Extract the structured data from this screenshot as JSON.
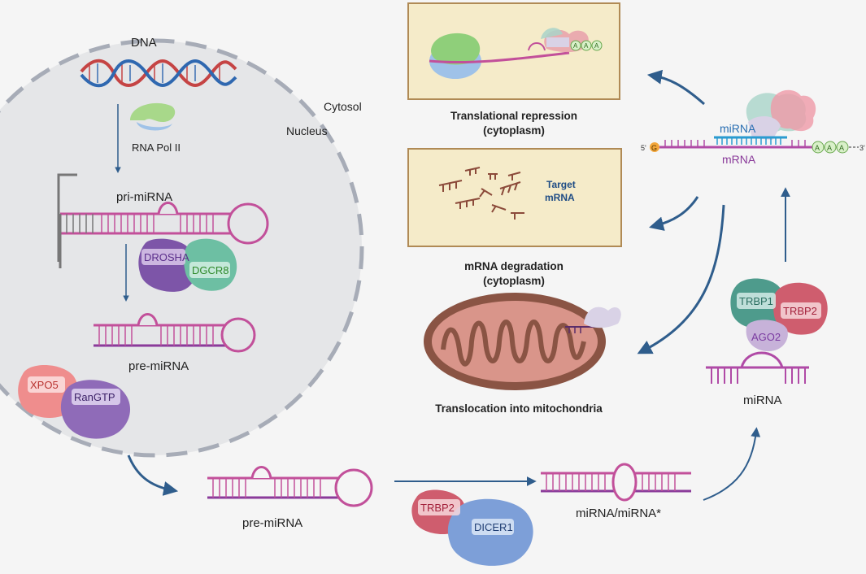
{
  "compartments": {
    "nucleus": "Nucleus",
    "cytosol": "Cytosol"
  },
  "nuclear": {
    "dna": "DNA",
    "rna_pol": "RNA Pol II",
    "pri_mirna": "pri-miRNA",
    "drosha": "DROSHA",
    "dgcr8": "DGCR8",
    "pre_mirna": "pre-miRNA",
    "xpo5": "XPO5",
    "rangtp": "RanGTP"
  },
  "cytoplasm": {
    "pre_mirna": "pre-miRNA",
    "trbp2_dicer": "TRBP2",
    "dicer1": "DICER1",
    "duplex": "miRNA/miRNA*",
    "mirna": "miRNA",
    "trbp1": "TRBP1",
    "trbp2": "TRBP2",
    "ago2": "AGO2"
  },
  "target": {
    "mirna_label": "miRNA",
    "mrna_label": "mRNA",
    "five_prime": "5'",
    "three_prime": "3'",
    "cap": "G",
    "polyA": [
      "A",
      "A",
      "A"
    ]
  },
  "outcomes": {
    "repression_line1": "Translational repression",
    "repression_line2": "(cytoplasm)",
    "degradation_line1": "mRNA degradation",
    "degradation_line2": "(cytoplasm)",
    "target_mrna_line1": "Target",
    "target_mrna_line2": "mRNA",
    "mito": "Translocation into mitochondria",
    "panel_polyA": [
      "A",
      "A",
      "A"
    ]
  },
  "colors": {
    "arrow": "#2f5d8c",
    "rna_pink": "#c2509a",
    "rna_purple": "#8a3b9a",
    "panel_bg": "#f5ebc9",
    "panel_border": "#b08a55",
    "drosha": "#7d55a8",
    "dgcr8": "#6dbfa3",
    "xpo5": "#ef8d8d",
    "rangtp": "#8f6bb8",
    "trbp1": "#4e9b8c",
    "trbp2": "#cf5d6e",
    "ago2": "#c7b2d9",
    "dicer1": "#7d9fd8"
  }
}
